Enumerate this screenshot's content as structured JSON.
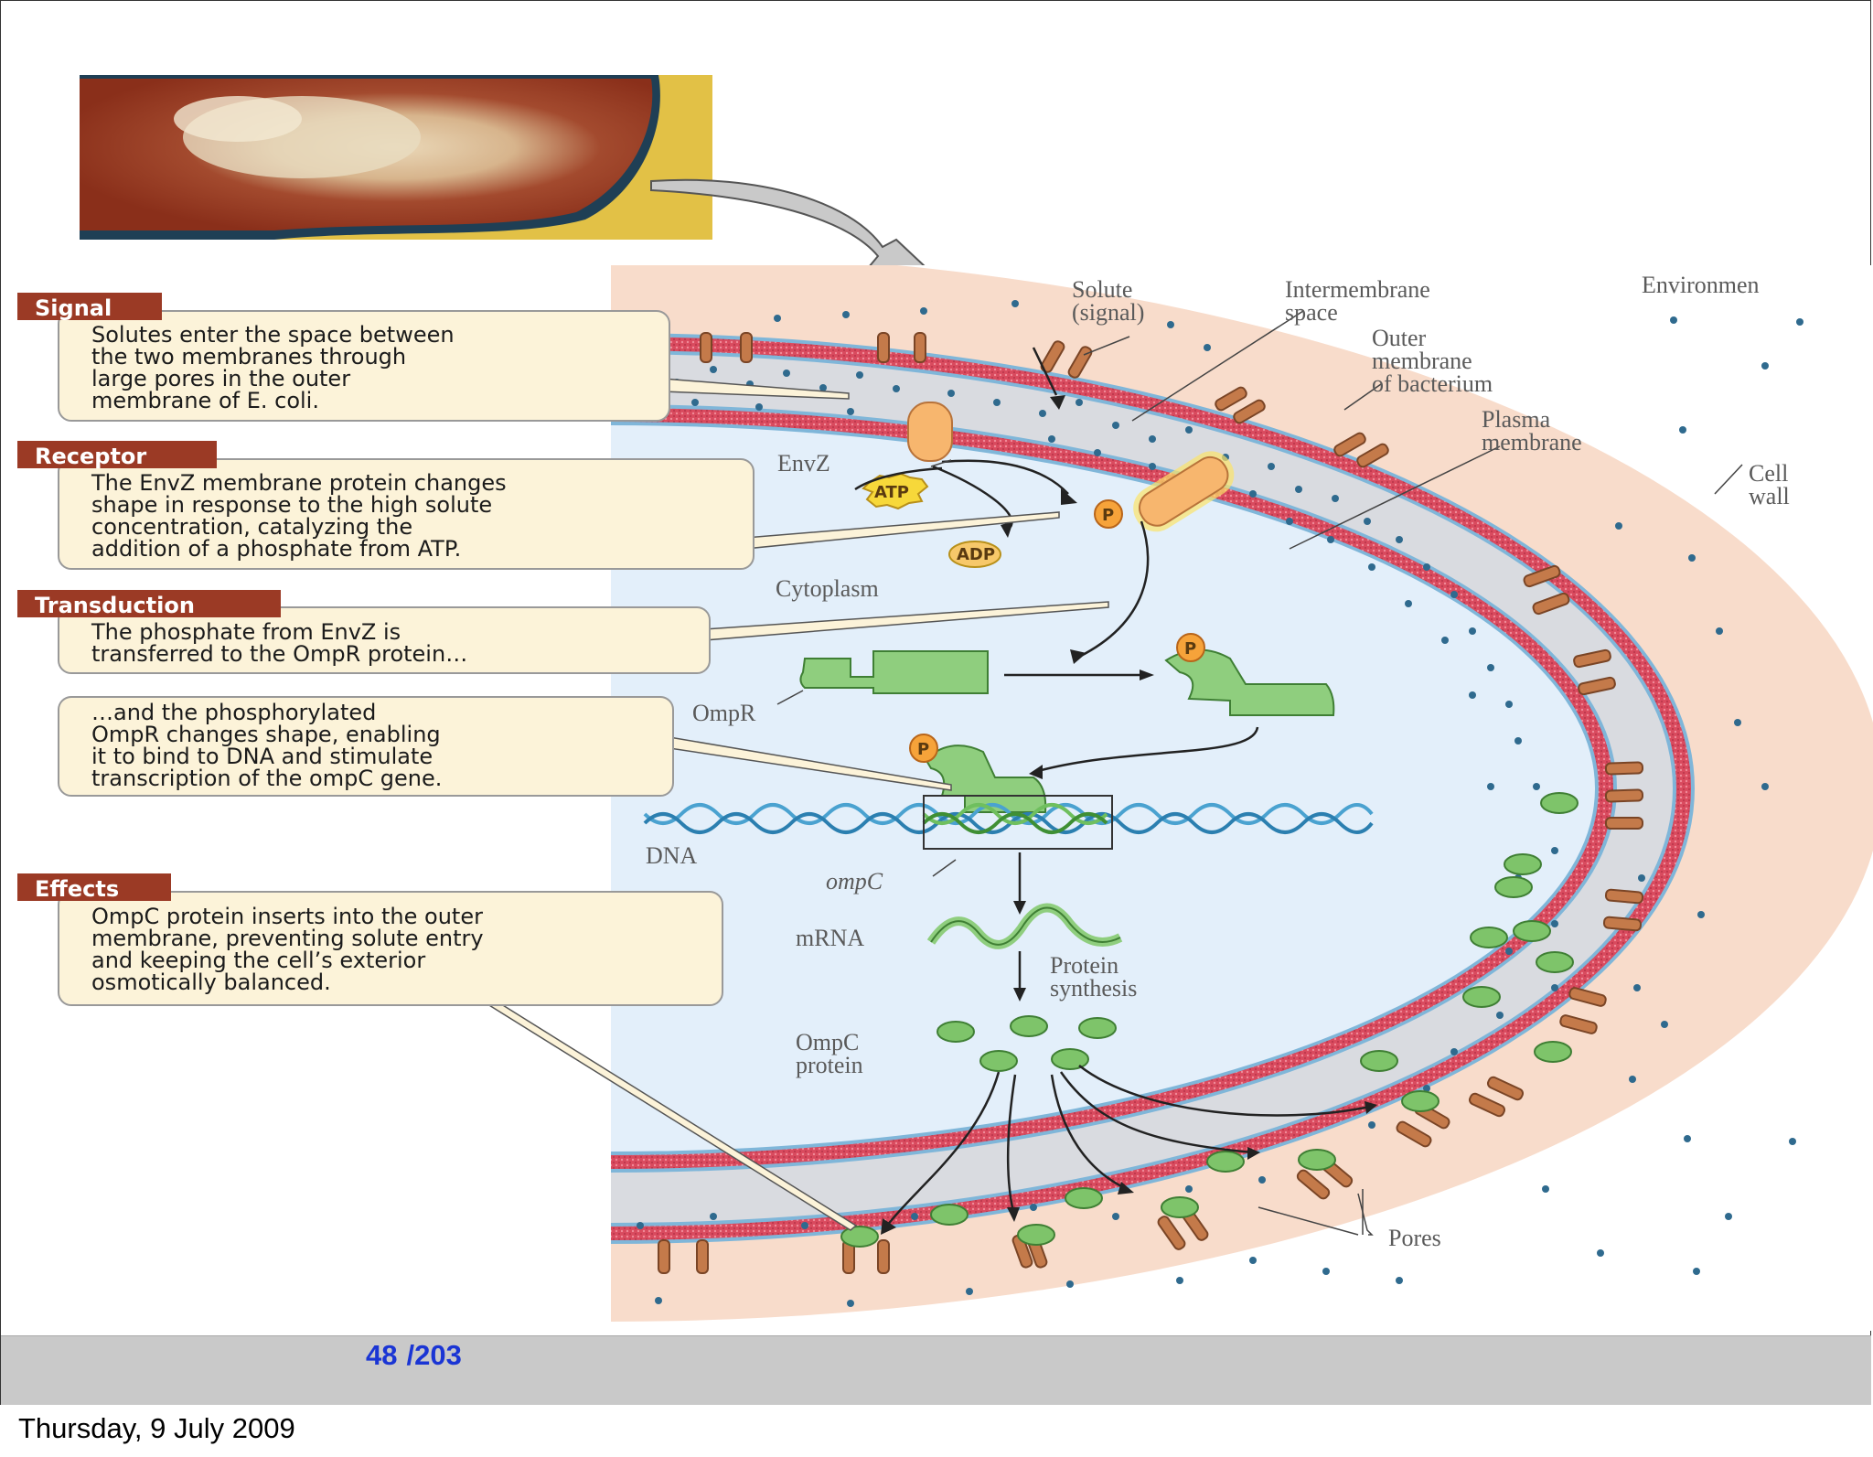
{
  "slide": {
    "page_current": "48",
    "page_total": "/203",
    "date": "Thursday, 9 July 2009"
  },
  "callouts": [
    {
      "tag": "Signal",
      "lines": [
        "Solutes enter the space between",
        "the two membranes through",
        "large pores in the outer",
        "membrane of E. coli."
      ]
    },
    {
      "tag": "Receptor",
      "lines": [
        "The EnvZ membrane protein changes",
        "shape in response to the high solute",
        "concentration, catalyzing the",
        "addition of a phosphate from ATP."
      ]
    },
    {
      "tag": "Transduction",
      "lines": [
        "The phosphate from EnvZ is",
        "transferred to the OmpR protein…"
      ]
    },
    {
      "tag": "",
      "lines": [
        "…and the phosphorylated",
        "OmpR changes shape, enabling",
        "it to bind to DNA and stimulate",
        "transcription of the ompC gene."
      ]
    },
    {
      "tag": "Effects",
      "lines": [
        "OmpC protein inserts into the outer",
        "membrane, preventing solute entry",
        "and keeping the cell’s exterior",
        "osmotically balanced."
      ]
    }
  ],
  "labels": {
    "solute": [
      "Solute",
      "(signal)"
    ],
    "intermembrane": [
      "Intermembrane",
      "space"
    ],
    "environment": "Environmen",
    "outer_membrane": [
      "Outer",
      "membrane",
      "of bacterium"
    ],
    "plasma_membrane": [
      "Plasma",
      "membrane"
    ],
    "cell_wall": [
      "Cell",
      "wall"
    ],
    "envz": "EnvZ",
    "atp": "ATP",
    "adp": "ADP",
    "p": "P",
    "cytoplasm": "Cytoplasm",
    "ompr": "OmpR",
    "dna": "DNA",
    "ompc": "ompC",
    "mrna": "mRNA",
    "protein_synthesis": [
      "Protein",
      "synthesis"
    ],
    "ompc_protein": [
      "OmpC",
      "protein"
    ],
    "pores": "Pores"
  },
  "colors": {
    "callout_tag": "#9b3a25",
    "callout_fill": "#fcf3d9",
    "environment": "#f8dccb",
    "membrane_red": "#d94a5e",
    "intermembrane": "#d9dbe0",
    "cytoplasm": "#e3effa",
    "protein_green": "#7ec46a",
    "pore_brown": "#c47a4a",
    "atp_yellow": "#f7c63a",
    "page_number": "#1a35d4"
  }
}
